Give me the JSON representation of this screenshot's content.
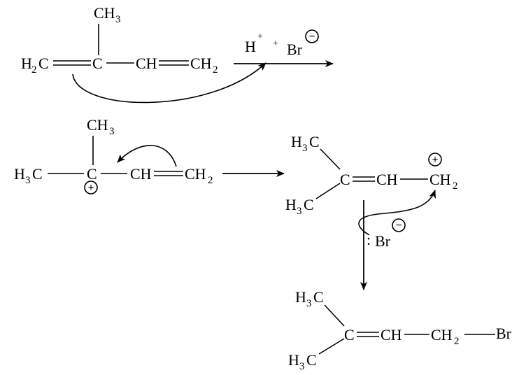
{
  "reactant": {
    "ch2_left": "H",
    "ch2_left_sub": "2",
    "ch2_left_c": "C",
    "center_c": "C",
    "ch3_top": "CH",
    "ch3_top_sub": "3",
    "ch": "CH",
    "ch2_right": "CH",
    "ch2_right_sub": "2"
  },
  "reagent": {
    "h": "H",
    "h_charge": "+",
    "plus": "+",
    "br": "Br",
    "br_charge": "−"
  },
  "cation1": {
    "h3c": "H",
    "h3c_sub": "3",
    "h3c_c": "C",
    "center_c": "C",
    "center_charge": "+",
    "ch3_top": "CH",
    "ch3_top_sub": "3",
    "ch": "CH",
    "ch2": "CH",
    "ch2_sub": "2"
  },
  "cation2": {
    "h3c_top": "H",
    "h3c_top_sub": "3",
    "h3c_top_c": "C",
    "h3c_bot": "H",
    "h3c_bot_sub": "3",
    "h3c_bot_c": "C",
    "c": "C",
    "ch": "CH",
    "ch2": "CH",
    "ch2_sub": "2",
    "ch2_charge": "+"
  },
  "bromide": {
    "lone_pair": ":",
    "br": "Br",
    "charge": "−"
  },
  "product": {
    "h3c_top": "H",
    "h3c_top_sub": "3",
    "h3c_top_c": "C",
    "h3c_bot": "H",
    "h3c_bot_sub": "3",
    "h3c_bot_c": "C",
    "c": "C",
    "ch": "CH",
    "ch2": "CH",
    "ch2_sub": "2",
    "br": "Br"
  }
}
